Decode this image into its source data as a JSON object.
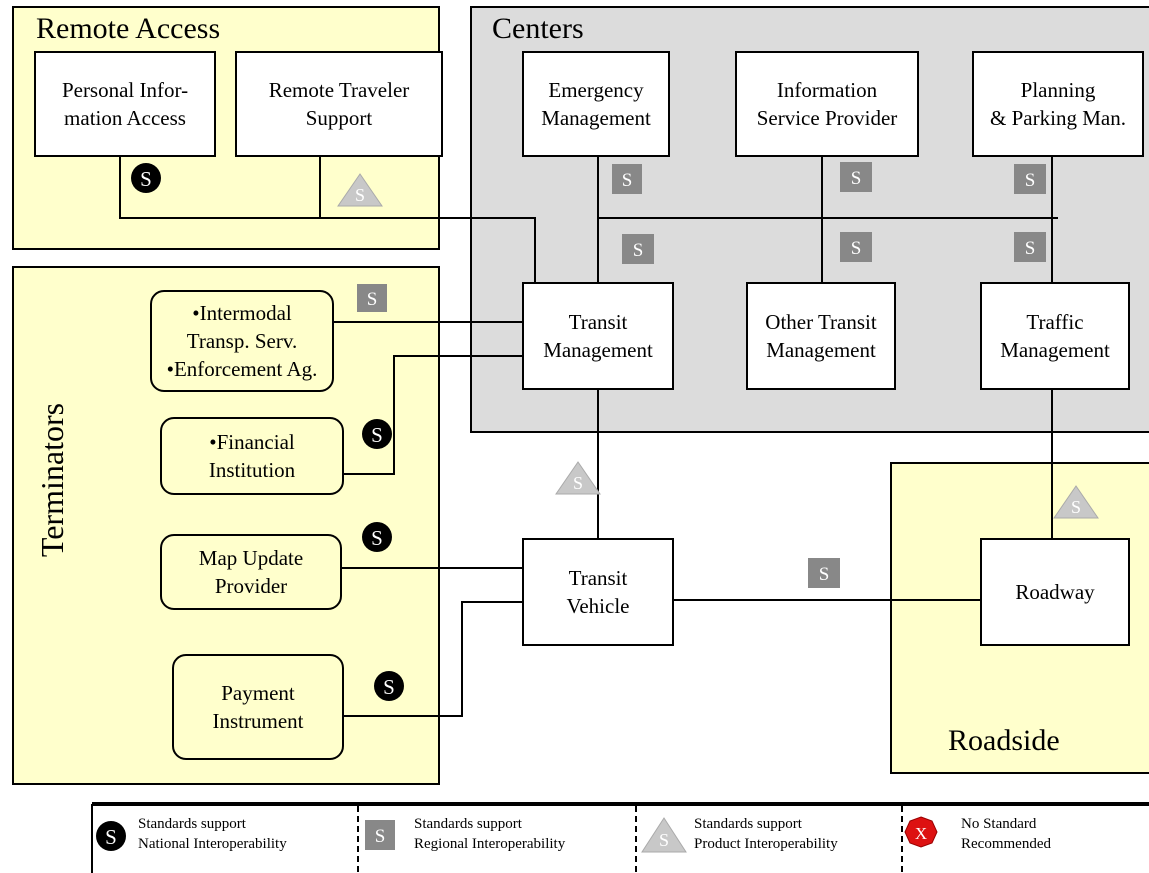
{
  "regions": {
    "remote_access": "Remote Access",
    "centers": "Centers",
    "terminators": "Terminators",
    "roadside": "Roadside"
  },
  "nodes": {
    "personal_info_access": "Personal Infor-\nmation Access",
    "remote_traveler_support": "Remote Traveler\nSupport",
    "emergency_management": "Emergency\nManagement",
    "information_service_provider": "Information\nService Provider",
    "planning_parking": "Planning\n& Parking Man.",
    "transit_management": "Transit\nManagement",
    "other_transit_management": "Other Transit\nManagement",
    "traffic_management": "Traffic\nManagement",
    "transit_vehicle": "Transit\nVehicle",
    "roadway": "Roadway"
  },
  "terminator_nodes": {
    "intermodal_enforcement": "•Intermodal\nTransp. Serv.\n•Enforcement Ag.",
    "financial_institution": "•Financial\nInstitution",
    "map_update_provider": "Map Update\nProvider",
    "payment_instrument": "Payment\nInstrument"
  },
  "symbol_letter": "S",
  "no_standard_letter": "X",
  "legend": {
    "national": "Standards support\nNational Interoperability",
    "regional": "Standards support\nRegional Interoperability",
    "product": "Standards support\nProduct Interoperability",
    "none": "No Standard\nRecommended"
  },
  "colors": {
    "terminator_fill": "#ffffcc",
    "centers_fill": "#dcdcdc",
    "regional_square": "#888888",
    "product_triangle": "#c8c8c8",
    "no_standard": "#dd1111"
  }
}
